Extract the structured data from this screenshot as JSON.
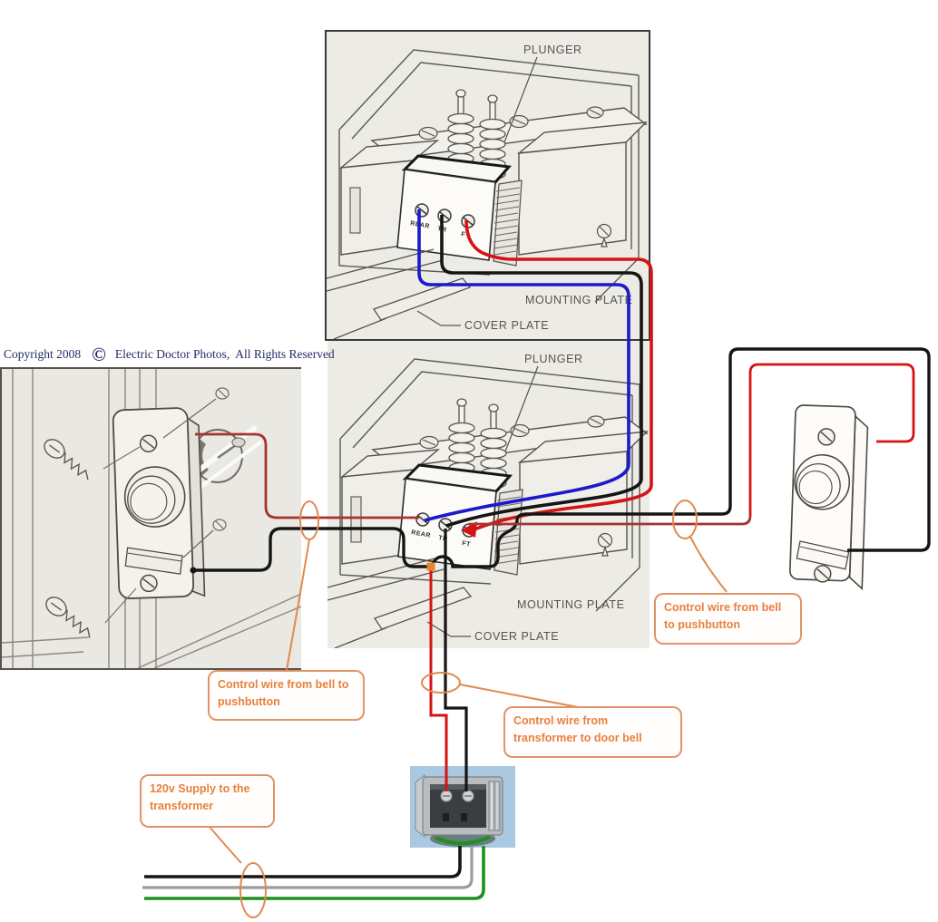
{
  "copyright": {
    "prefix": "Copyright 2008",
    "symbol": "©",
    "suffix": "Electric Doctor Photos,  All Rights Reserved"
  },
  "bell": {
    "plunger_label": "PLUNGER",
    "mounting_plate_label": "MOUNTING PLATE",
    "cover_plate_label": "COVER PLATE",
    "terminals": [
      "REAR",
      "TR",
      "FT"
    ]
  },
  "callouts": {
    "left_pushbutton": "Control wire from bell to pushbutton",
    "right_pushbutton": "Control wire from bell to pushbutton",
    "transformer": "Control wire from transformer to door bell",
    "supply": "120v Supply to the transformer"
  },
  "colors": {
    "wire_red": "#d41414",
    "wire_red_dark": "#a63232",
    "wire_blue": "#1a1acc",
    "wire_black": "#151515",
    "wire_green": "#1f8f1f",
    "wire_gray": "#9c9c9c",
    "annotation_orange": "#e08a50",
    "callout_text": "#e8803e",
    "copyright_navy": "#252b66"
  }
}
